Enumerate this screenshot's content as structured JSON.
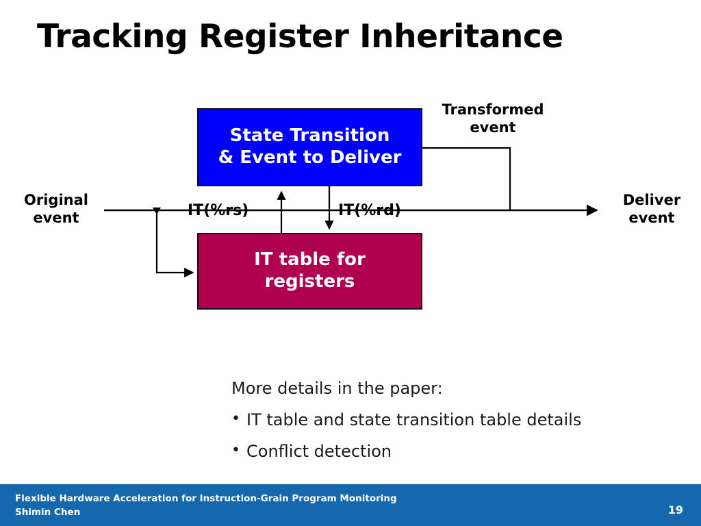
{
  "slide": {
    "title": "Tracking Register Inheritance",
    "background_color": "#ffffff"
  },
  "diagram": {
    "boxes": [
      {
        "id": "state-transition",
        "line1": "State Transition",
        "line2": "& Event to Deliver",
        "fill_color": "#0000ff",
        "text_color": "#ffffff"
      },
      {
        "id": "it-table",
        "line1": "IT table for",
        "line2": "registers",
        "fill_color": "#b00050",
        "text_color": "#ffffff"
      }
    ],
    "labels": {
      "original_event": "Original\nevent",
      "deliver_event": "Deliver\nevent",
      "transformed_event": "Transformed\nevent",
      "it_rs": "IT(%rs)",
      "it_rd": "IT(%rd)"
    },
    "line_color": "#000000"
  },
  "body": {
    "lead": "More details in the paper:",
    "bullet_glyph": "•",
    "bullets": [
      "IT table and state transition table details",
      "Conflict detection"
    ]
  },
  "footer": {
    "line1": "Flexible Hardware Acceleration for Instruction-Grain Program Monitoring",
    "line2": "Shimin Chen",
    "page_number": "19",
    "bar_color": "#1568ae",
    "text_color": "#ffffff"
  }
}
